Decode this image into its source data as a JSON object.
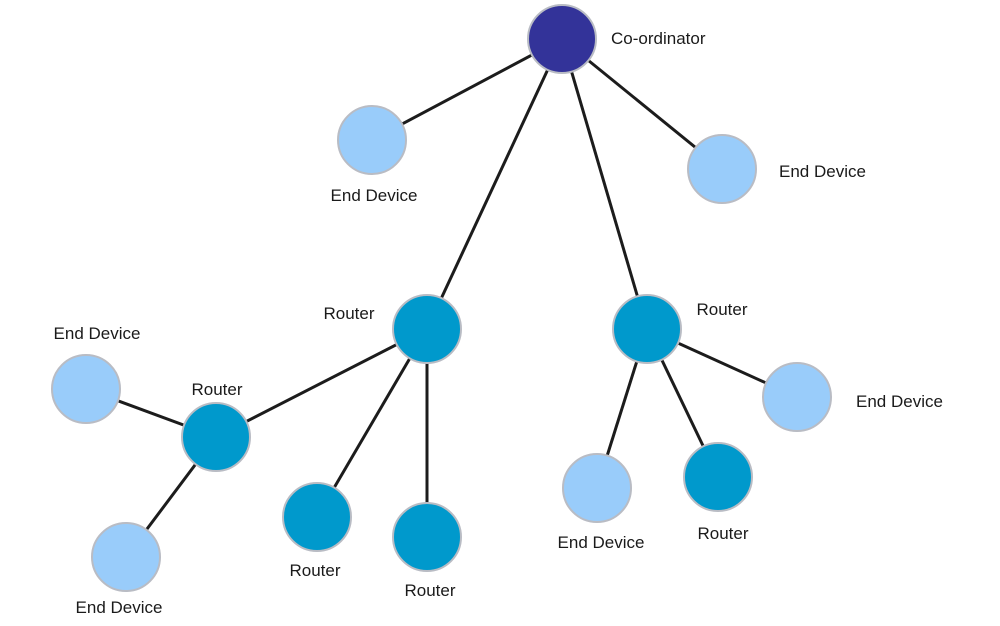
{
  "colors": {
    "coordinator": "#333399",
    "router": "#0099cc",
    "end_device": "#99ccfa",
    "edge": "#1c1c1c"
  },
  "nodes": [
    {
      "id": "coordinator",
      "type": "coordinator",
      "label": "Co-ordinator"
    },
    {
      "id": "end-device-top-left",
      "type": "end_device",
      "label": "End Device"
    },
    {
      "id": "end-device-top-right",
      "type": "end_device",
      "label": "End Device"
    },
    {
      "id": "router-center",
      "type": "router",
      "label": "Router"
    },
    {
      "id": "router-right",
      "type": "router",
      "label": "Router"
    },
    {
      "id": "router-left",
      "type": "router",
      "label": "Router"
    },
    {
      "id": "end-device-far-left",
      "type": "end_device",
      "label": "End Device"
    },
    {
      "id": "end-device-bottom-left",
      "type": "end_device",
      "label": "End Device"
    },
    {
      "id": "router-bottom-a",
      "type": "router",
      "label": "Router"
    },
    {
      "id": "router-bottom-b",
      "type": "router",
      "label": "Router"
    },
    {
      "id": "end-device-bottom-mid",
      "type": "end_device",
      "label": "End Device"
    },
    {
      "id": "router-bottom-right",
      "type": "router",
      "label": "Router"
    },
    {
      "id": "end-device-right",
      "type": "end_device",
      "label": "End Device"
    }
  ],
  "edges": [
    {
      "from": "coordinator",
      "to": "end-device-top-left"
    },
    {
      "from": "coordinator",
      "to": "end-device-top-right"
    },
    {
      "from": "coordinator",
      "to": "router-center"
    },
    {
      "from": "coordinator",
      "to": "router-right"
    },
    {
      "from": "router-center",
      "to": "router-left"
    },
    {
      "from": "router-center",
      "to": "router-bottom-a"
    },
    {
      "from": "router-center",
      "to": "router-bottom-b"
    },
    {
      "from": "router-left",
      "to": "end-device-far-left"
    },
    {
      "from": "router-left",
      "to": "end-device-bottom-left"
    },
    {
      "from": "router-right",
      "to": "end-device-bottom-mid"
    },
    {
      "from": "router-right",
      "to": "router-bottom-right"
    },
    {
      "from": "router-right",
      "to": "end-device-right"
    }
  ]
}
